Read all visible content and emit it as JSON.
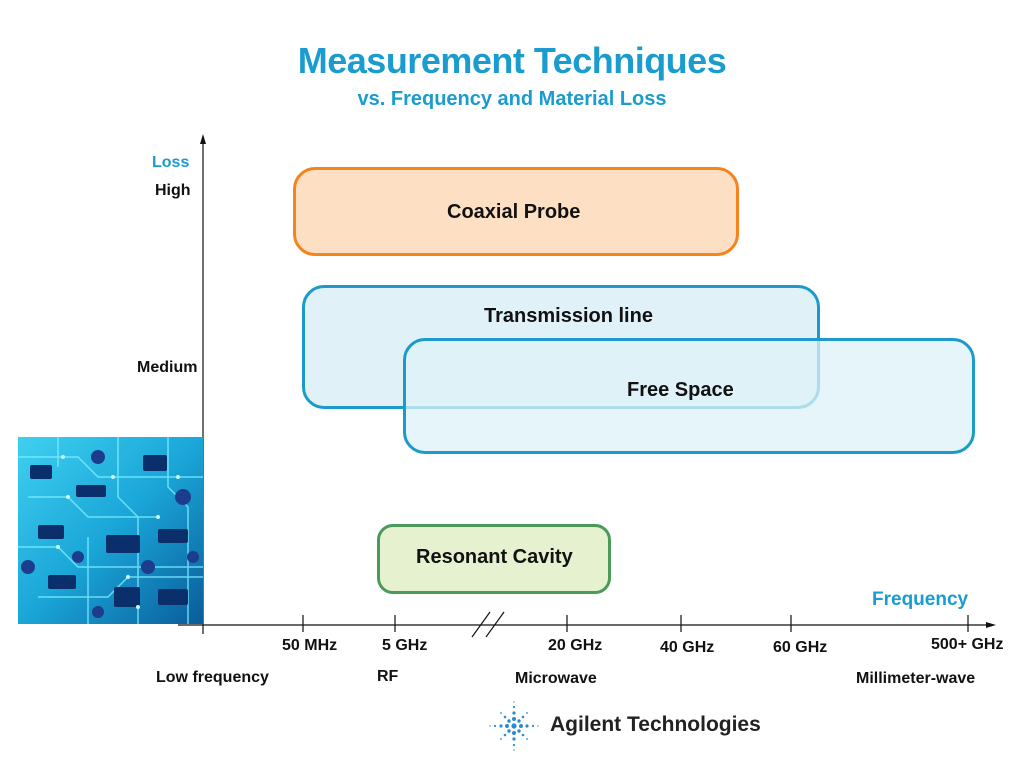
{
  "title": "Measurement Techniques",
  "subtitle": "vs. Frequency and Material Loss",
  "y_axis": {
    "label": "Loss",
    "levels": [
      "High",
      "Medium"
    ]
  },
  "x_axis": {
    "label": "Frequency",
    "ticks": [
      "50 MHz",
      "5 GHz",
      "20 GHz",
      "40 GHz",
      "60 GHz",
      "500+ GHz"
    ],
    "bands": [
      "Low frequency",
      "RF",
      "Microwave",
      "Millimeter-wave"
    ]
  },
  "techniques": [
    {
      "name": "Coaxial Probe",
      "loss": "High",
      "freq_from": "50 MHz",
      "freq_to": "40 GHz",
      "fill": "#fde0c4",
      "stroke": "#f5841f"
    },
    {
      "name": "Transmission line",
      "loss": "Medium",
      "freq_from": "50 MHz",
      "freq_to": "60 GHz",
      "fill": "#dff2f9",
      "stroke": "#1c9ac9"
    },
    {
      "name": "Free Space",
      "loss": "Medium",
      "freq_from": "5 GHz",
      "freq_to": "500+ GHz",
      "fill": "#dff2f9",
      "stroke": "#1c9ac9"
    },
    {
      "name": "Resonant Cavity",
      "loss": "Low",
      "freq_from": "5 GHz",
      "freq_to": "20 GHz",
      "fill": "#e6f2cf",
      "stroke": "#4a9a5a"
    }
  ],
  "logo": {
    "text": "Agilent Technologies",
    "icon": "agilent-spark-icon"
  },
  "image": {
    "icon": "circuit-board-photo"
  },
  "colors": {
    "accent": "#1a9ccf"
  }
}
